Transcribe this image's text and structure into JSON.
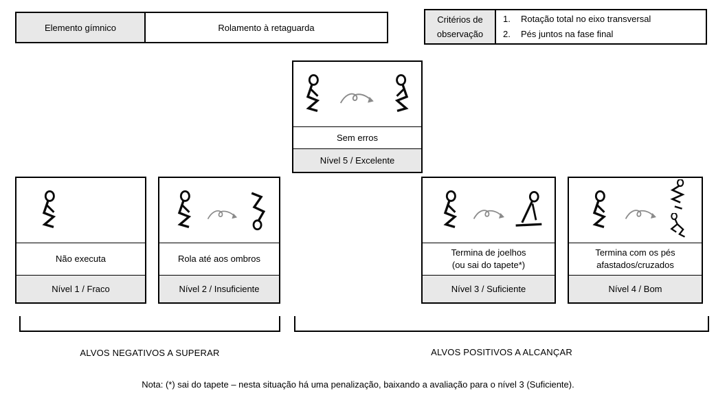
{
  "header": {
    "element_table": {
      "label": "Elemento gímnico",
      "value": "Rolamento à retaguarda"
    },
    "criteria_table": {
      "label_line1": "Critérios de",
      "label_line2": "observação",
      "items": [
        {
          "num": "1.",
          "text": "Rotação total no eixo transversal"
        },
        {
          "num": "2.",
          "text": "Pés juntos na fase final"
        }
      ]
    }
  },
  "levels": {
    "level5": {
      "description": [
        "Sem erros"
      ],
      "grade": "Nível 5 / Excelente"
    },
    "level1": {
      "description": [
        "Não executa"
      ],
      "grade": "Nível 1 / Fraco"
    },
    "level2": {
      "description": [
        "Rola até aos ombros"
      ],
      "grade": "Nível 2 / Insuficiente"
    },
    "level3": {
      "description": [
        "Termina de joelhos",
        "(ou sai do tapete*)"
      ],
      "grade": "Nível 3 / Suficiente"
    },
    "level4": {
      "description": [
        "Termina com os pés",
        "afastados/cruzados"
      ],
      "grade": "Nível 4 / Bom"
    }
  },
  "brackets": {
    "negative_label": "ALVOS NEGATIVOS A SUPERAR",
    "positive_label": "ALVOS POSITIVOS A ALCANÇAR"
  },
  "note": "Nota: (*) sai do tapete – nesta situação há uma penalização, baixando a avaliação para o nível 3 (Suficiente).",
  "figures": {
    "start_position": "stick-figure-crouch",
    "rotation_symbol": "curved-arrow-with-loop",
    "level2_end": "figure-rolled-on-shoulders",
    "level3_end": "figure-kneeling",
    "level4_end": "figures-feet-crossed-and-apart",
    "level5_end": "stick-figure-crouch-mirrored"
  },
  "colors": {
    "background": "#ffffff",
    "border": "#000000",
    "cell_gray": "#e8e8e8",
    "figure_black": "#0a0a0a",
    "arrow_gray": "#8a8a8a"
  }
}
